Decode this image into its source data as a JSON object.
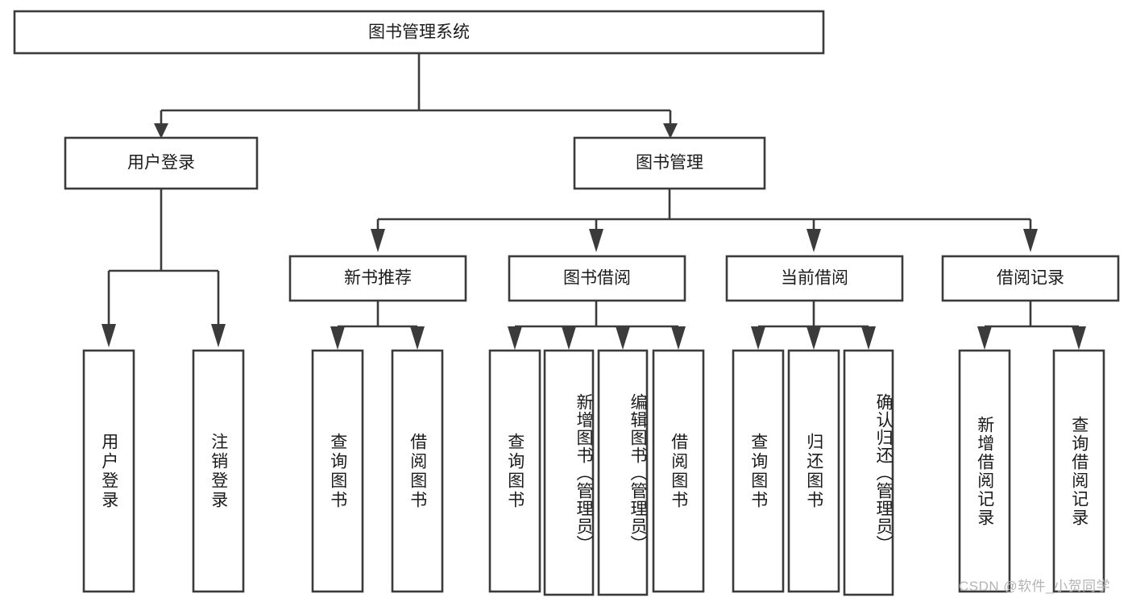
{
  "diagram": {
    "type": "tree",
    "title": "图书管理系统",
    "orientation": "top-down",
    "colors": {
      "background": "#ffffff",
      "box_fill": "#ffffff",
      "box_stroke": "#3b3b3b",
      "connector": "#3b3b3b",
      "text": "#1b1b1b",
      "watermark": "#b4b4b4"
    },
    "levels": 4,
    "nodes": {
      "root": {
        "label": "图书管理系统",
        "level": 0,
        "text_orientation": "horizontal"
      },
      "l1": [
        {
          "id": "user-login",
          "label": "用户登录",
          "level": 1,
          "text_orientation": "horizontal"
        },
        {
          "id": "book-manage",
          "label": "图书管理",
          "level": 1,
          "text_orientation": "horizontal"
        }
      ],
      "l2": [
        {
          "id": "new-book-recommend",
          "label": "新书推荐",
          "level": 2,
          "parent": "book-manage",
          "text_orientation": "horizontal"
        },
        {
          "id": "book-borrow",
          "label": "图书借阅",
          "level": 2,
          "parent": "book-manage",
          "text_orientation": "horizontal"
        },
        {
          "id": "current-borrow",
          "label": "当前借阅",
          "level": 2,
          "parent": "book-manage",
          "text_orientation": "horizontal"
        },
        {
          "id": "borrow-record",
          "label": "借阅记录",
          "level": 2,
          "parent": "book-manage",
          "text_orientation": "horizontal"
        }
      ],
      "leaves": [
        {
          "id": "leaf-user-login",
          "label": "用户登录",
          "parent": "user-login",
          "text_orientation": "vertical"
        },
        {
          "id": "leaf-logout-login",
          "label": "注销登录",
          "parent": "user-login",
          "text_orientation": "vertical"
        },
        {
          "id": "leaf-query-book-1",
          "label": "查询图书",
          "parent": "new-book-recommend",
          "text_orientation": "vertical"
        },
        {
          "id": "leaf-borrow-book-1",
          "label": "借阅图书",
          "parent": "new-book-recommend",
          "text_orientation": "vertical"
        },
        {
          "id": "leaf-query-book-2",
          "label": "查询图书",
          "parent": "book-borrow",
          "text_orientation": "vertical"
        },
        {
          "id": "leaf-add-book-admin",
          "label": "新增图书（管理员）",
          "parent": "book-borrow",
          "text_orientation": "vertical"
        },
        {
          "id": "leaf-edit-book-admin",
          "label": "编辑图书（管理员）",
          "parent": "book-borrow",
          "text_orientation": "vertical"
        },
        {
          "id": "leaf-borrow-book-2",
          "label": "借阅图书",
          "parent": "book-borrow",
          "text_orientation": "vertical"
        },
        {
          "id": "leaf-query-book-3",
          "label": "查询图书",
          "parent": "current-borrow",
          "text_orientation": "vertical"
        },
        {
          "id": "leaf-return-book",
          "label": "归还图书",
          "parent": "current-borrow",
          "text_orientation": "vertical"
        },
        {
          "id": "leaf-confirm-return-admin",
          "label": "确认归还（管理员）",
          "parent": "current-borrow",
          "text_orientation": "vertical"
        },
        {
          "id": "leaf-add-borrow-record",
          "label": "新增借阅记录",
          "parent": "borrow-record",
          "text_orientation": "vertical"
        },
        {
          "id": "leaf-query-borrow-record",
          "label": "查询借阅记录",
          "parent": "borrow-record",
          "text_orientation": "vertical"
        }
      ]
    },
    "edges": [
      {
        "from": "root",
        "to": "user-login"
      },
      {
        "from": "root",
        "to": "book-manage"
      },
      {
        "from": "user-login",
        "to": "leaf-user-login"
      },
      {
        "from": "user-login",
        "to": "leaf-logout-login"
      },
      {
        "from": "book-manage",
        "to": "new-book-recommend"
      },
      {
        "from": "book-manage",
        "to": "book-borrow"
      },
      {
        "from": "book-manage",
        "to": "current-borrow"
      },
      {
        "from": "book-manage",
        "to": "borrow-record"
      },
      {
        "from": "new-book-recommend",
        "to": "leaf-query-book-1"
      },
      {
        "from": "new-book-recommend",
        "to": "leaf-borrow-book-1"
      },
      {
        "from": "book-borrow",
        "to": "leaf-query-book-2"
      },
      {
        "from": "book-borrow",
        "to": "leaf-add-book-admin"
      },
      {
        "from": "book-borrow",
        "to": "leaf-edit-book-admin"
      },
      {
        "from": "book-borrow",
        "to": "leaf-borrow-book-2"
      },
      {
        "from": "current-borrow",
        "to": "leaf-query-book-3"
      },
      {
        "from": "current-borrow",
        "to": "leaf-return-book"
      },
      {
        "from": "current-borrow",
        "to": "leaf-confirm-return-admin"
      },
      {
        "from": "borrow-record",
        "to": "leaf-add-borrow-record"
      },
      {
        "from": "borrow-record",
        "to": "leaf-query-borrow-record"
      }
    ]
  },
  "watermark": {
    "text": "CSDN @软件_小贺同学"
  }
}
